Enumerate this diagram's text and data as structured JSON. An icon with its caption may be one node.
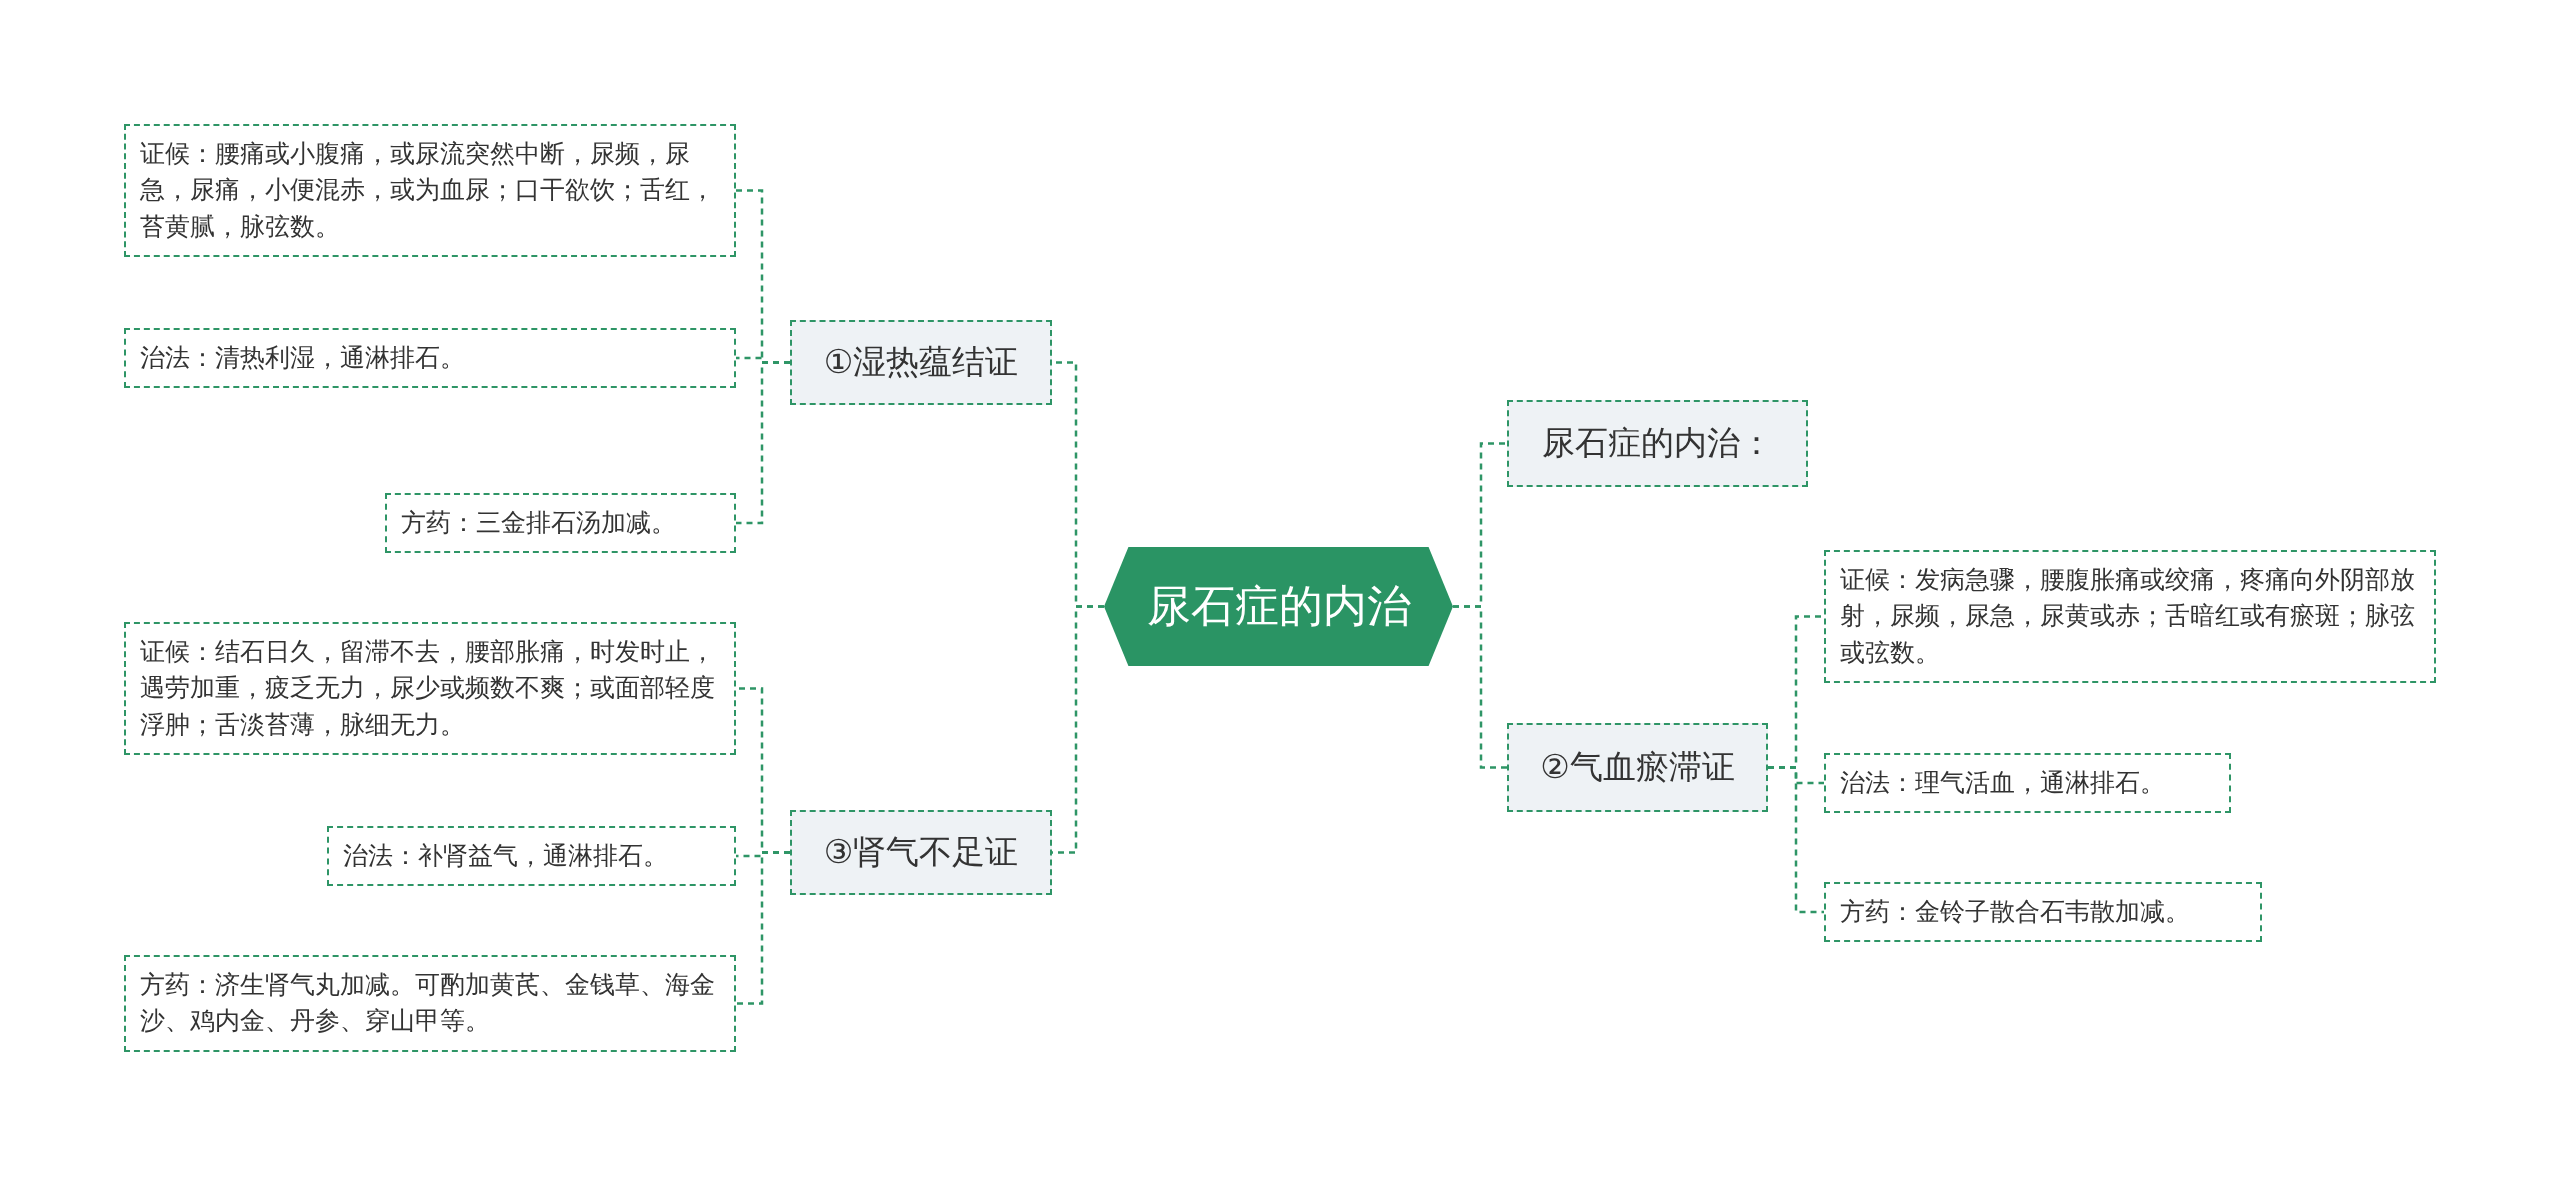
{
  "diagram": {
    "nodes": [
      {
        "text": [
          "尿石症的内治"
        ]
      },
      {
        "text": [
          "①湿热蕴结证"
        ]
      },
      {
        "text": [
          "证候：腰痛或小腹痛，或尿流突然中断，尿频，尿急，尿痛，小便混赤，或为血尿；口干欲饮；舌红，苔黄腻，脉弦数。"
        ]
      },
      {
        "text": [
          "治法：清热利湿，通淋排石。"
        ]
      },
      {
        "text": [
          "方药：三金排石汤加减。"
        ]
      },
      {
        "text": [
          "③肾气不足证"
        ]
      },
      {
        "text": [
          "证候：结石日久，留滞不去，腰部胀痛，时发时止，遇劳加重，疲乏无力，尿少或频数不爽；或面部轻度浮肿；舌淡苔薄，脉细无力。"
        ]
      },
      {
        "text": [
          "治法：补肾益气，通淋排石。"
        ]
      },
      {
        "text": [
          "方药：济生肾气丸加减。可酌加黄芪、金钱草、海金沙、鸡内金、丹参、穿山甲等。"
        ]
      },
      {
        "text": [
          "尿石症的内治："
        ]
      },
      {
        "text": [
          "②气血瘀滞证"
        ]
      },
      {
        "text": [
          "证候：发病急骤，腰腹胀痛或绞痛，疼痛向外阴部放射，尿频，尿急，尿黄或赤；舌暗红或有瘀斑；脉弦或弦数。"
        ]
      },
      {
        "text": [
          "治法：理气活血，通淋排石。"
        ]
      },
      {
        "text": [
          "方药：金铃子散合石韦散加减。"
        ]
      }
    ],
    "edges": [
      {
        "from": 0,
        "to": 1,
        "arrow": "none"
      },
      {
        "from": 0,
        "to": 5,
        "arrow": "none"
      },
      {
        "from": 0,
        "to": 9,
        "arrow": "none"
      },
      {
        "from": 0,
        "to": 10,
        "arrow": "none"
      },
      {
        "from": 1,
        "to": 2,
        "arrow": "none"
      },
      {
        "from": 1,
        "to": 3,
        "arrow": "none"
      },
      {
        "from": 1,
        "to": 4,
        "arrow": "none"
      },
      {
        "from": 5,
        "to": 6,
        "arrow": "none"
      },
      {
        "from": 5,
        "to": 7,
        "arrow": "none"
      },
      {
        "from": 5,
        "to": 8,
        "arrow": "none"
      },
      {
        "from": 10,
        "to": 11,
        "arrow": "none"
      },
      {
        "from": 10,
        "to": 12,
        "arrow": "none"
      },
      {
        "from": 10,
        "to": 13,
        "arrow": "none"
      }
    ]
  }
}
